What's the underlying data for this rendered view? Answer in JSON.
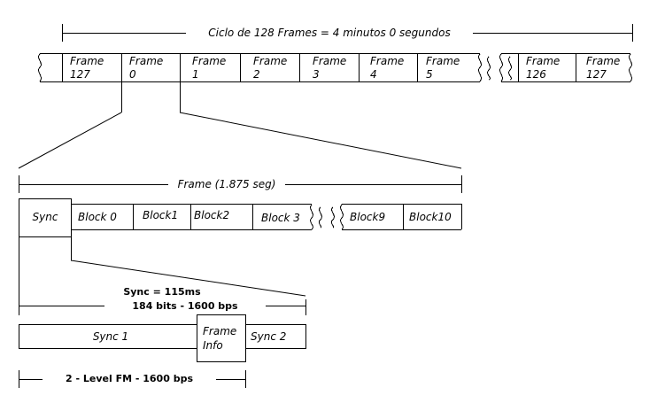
{
  "cycle": {
    "label": "Ciclo de 128 Frames = 4 minutos 0 segundos",
    "frames_left": [
      {
        "line1": "Frame",
        "line2": "127"
      },
      {
        "line1": "Frame",
        "line2": "0"
      },
      {
        "line1": "Frame",
        "line2": "1"
      },
      {
        "line1": "Frame",
        "line2": "2"
      },
      {
        "line1": "Frame",
        "line2": "3"
      },
      {
        "line1": "Frame",
        "line2": "4"
      },
      {
        "line1": "Frame",
        "line2": "5"
      }
    ],
    "frames_right": [
      {
        "line1": "Frame",
        "line2": "126"
      },
      {
        "line1": "Frame",
        "line2": "127"
      }
    ]
  },
  "frame": {
    "label": "Frame (1.875 seg)",
    "sync_label": "Sync",
    "blocks_left": [
      "Block 0",
      "Block1",
      "Block2",
      "Block 3"
    ],
    "blocks_right": [
      "Block9",
      "Block10"
    ]
  },
  "sync": {
    "label_line1": "Sync = 115ms",
    "label_line2": "184 bits - 1600 bps",
    "sync1": "Sync 1",
    "frame_info_line1": "Frame",
    "frame_info_line2": "Info",
    "sync2": "Sync 2",
    "fm_label": "2 - Level FM - 1600 bps"
  }
}
